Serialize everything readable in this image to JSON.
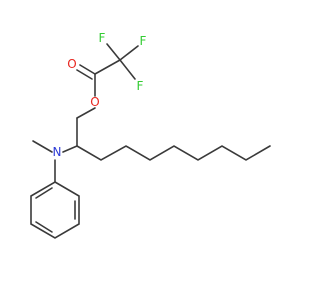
{
  "molecule": {
    "atoms": {
      "F1": {
        "symbol": "F",
        "color": "#33cc33"
      },
      "F2": {
        "symbol": "F",
        "color": "#33cc33"
      },
      "F3": {
        "symbol": "F",
        "color": "#33cc33"
      },
      "O_carbonyl": {
        "symbol": "O",
        "color": "#e8261f"
      },
      "O_ester": {
        "symbol": "O",
        "color": "#e8261f"
      },
      "N_amine": {
        "symbol": "N",
        "color": "#2d3bd6"
      }
    },
    "bond_color": "#3a3a3a"
  }
}
